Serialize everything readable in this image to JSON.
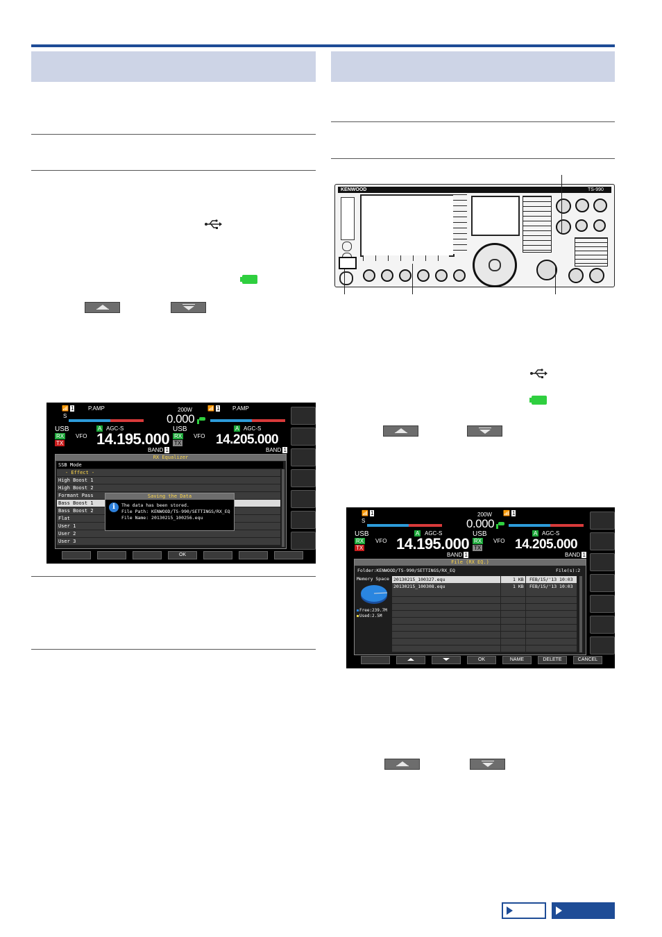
{
  "left_screen": {
    "power": "200W",
    "voltage": "0.000",
    "pamp_main": "P.AMP",
    "pamp_sub": "P.AMP",
    "mode_main": "USB",
    "mode_sub": "USB",
    "rx": "RX",
    "tx": "TX",
    "vfo_main": "VFO",
    "vfo_sub": "VFO",
    "agc_main": "AGC-S",
    "agc_sub": "AGC-S",
    "vfo_tag": "A",
    "freq_main": "14.195.000",
    "freq_sub": "14.205.000",
    "band_main": "BAND",
    "band_sub": "BAND",
    "band_num": "1",
    "ant_num": "1",
    "dialog_title": "RX Equalizer",
    "mode_row": "SSB Mode",
    "effect_row": "- Effect -",
    "rows": [
      "High Boost 1",
      "High Boost 2",
      "Formant Pass",
      "Bass Boost 1",
      "Bass Boost 2",
      "Flat",
      "User 1",
      "User 2",
      "User 3"
    ],
    "popup_title": "Saving the Data",
    "popup_lines": [
      "The data has been stored.",
      "File Path: KENWOOD/TS-990/SETTINGS/RX_EQ",
      "File Name: 20130215_100256.equ"
    ],
    "fkeys": [
      "",
      "",
      "",
      "OK",
      "",
      "",
      ""
    ]
  },
  "right_screen": {
    "power": "200W",
    "voltage": "0.000",
    "mode_main": "USB",
    "mode_sub": "USB",
    "rx": "RX",
    "tx": "TX",
    "vfo_main": "VFO",
    "vfo_sub": "VFO",
    "agc_main": "AGC-S",
    "agc_sub": "AGC-S",
    "vfo_tag": "A",
    "freq_main": "14.195.000",
    "freq_sub": "14.205.000",
    "band_main": "BAND",
    "band_sub": "BAND",
    "band_num": "1",
    "ant_num": "1",
    "dialog_title": "File (RX EQ.)",
    "folder": "Folder:KENWOOD/TS-990/SETTINGS/RX_EQ",
    "file_count": "File(s):2",
    "memory_space": "Memory Space",
    "free": "Free:239.7M",
    "used": "Used:2.5M",
    "files": [
      {
        "name": "20130215_100327.equ",
        "size": "1 KB",
        "date": "FEB/15/'13 10:03"
      },
      {
        "name": "20130215_100308.equ",
        "size": "1 KB",
        "date": "FEB/15/'13 10:03"
      }
    ],
    "fkeys": [
      "",
      "",
      "",
      "OK",
      "NAME",
      "DELETE",
      "CANCEL"
    ]
  },
  "radio": {
    "brand": "KENWOOD",
    "model": "TS-990"
  },
  "colors": {
    "accent_bar": "#1e4c96",
    "section_band": "#cdd4e6",
    "memory_icon": "#2fcf3f"
  },
  "icons": [
    "usb-icon",
    "usb-memory-icon",
    "up-arrow-icon",
    "down-arrow-icon",
    "next-page-icon"
  ]
}
